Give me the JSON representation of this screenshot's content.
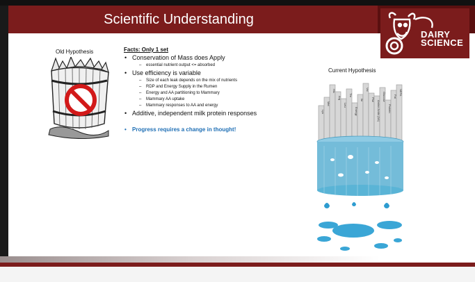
{
  "slide": {
    "title": "Scientific Understanding",
    "logo_text_line1": "DAIRY",
    "logo_text_line2": "SCIENCE",
    "old_hypothesis_label": "Old Hypothesis",
    "current_hypothesis_label": "Current Hypothesis",
    "facts": {
      "title": "Facts: Only 1 set",
      "bullets": [
        {
          "text": "Conservation of Mass does Apply",
          "sub": [
            "essential nutrient output <= absorbed"
          ]
        },
        {
          "text": "Use efficiency is variable",
          "sub": [
            "Size of each leak depends on the mix of nutrients",
            "RDP and Energy Supply in the Rumen",
            "Energy and AA partitioning to Mammary",
            "Mammary AA uptake",
            "Mammary responses to AA and energy"
          ]
        },
        {
          "text": "Additive, independent milk protein responses",
          "sub": []
        }
      ],
      "highlight": "Progress requires a change in thought!"
    },
    "barrel_staves": [
      "Lys",
      "Met",
      "His",
      "Arg",
      "Leu",
      "Thr",
      "Energy",
      "Ile",
      "Val",
      "Phe",
      "Amino Acids (AA)",
      "Glucose",
      "Protein",
      "Fat",
      "NEFA"
    ],
    "colors": {
      "brand": "#7b1c1c",
      "highlight": "#1f6fb5",
      "water": "#5ab4d6"
    }
  }
}
